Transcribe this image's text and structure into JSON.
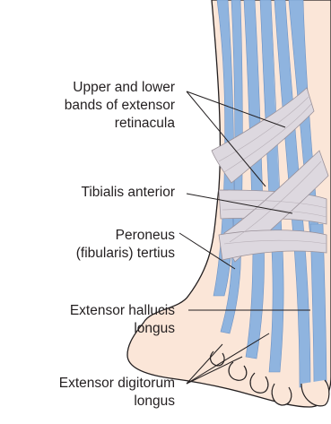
{
  "diagram": {
    "labels": {
      "retinacula": [
        "Upper and lower",
        "bands of extensor",
        "retinacula"
      ],
      "tibialis": [
        "Tibialis anterior"
      ],
      "peroneus": [
        "Peroneus",
        "(fibularis)  tertius"
      ],
      "hallucis": [
        "Extensor hallucis",
        "longus"
      ],
      "digitorum": [
        "Extensor digitorum",
        "longus"
      ]
    },
    "colors": {
      "skin": "#fbe6d8",
      "skin_outline": "#231f20",
      "tendon": "#8fb4df",
      "retinaculum": "#ddd8df",
      "leader_line": "#231f20",
      "text": "#231f20"
    }
  }
}
